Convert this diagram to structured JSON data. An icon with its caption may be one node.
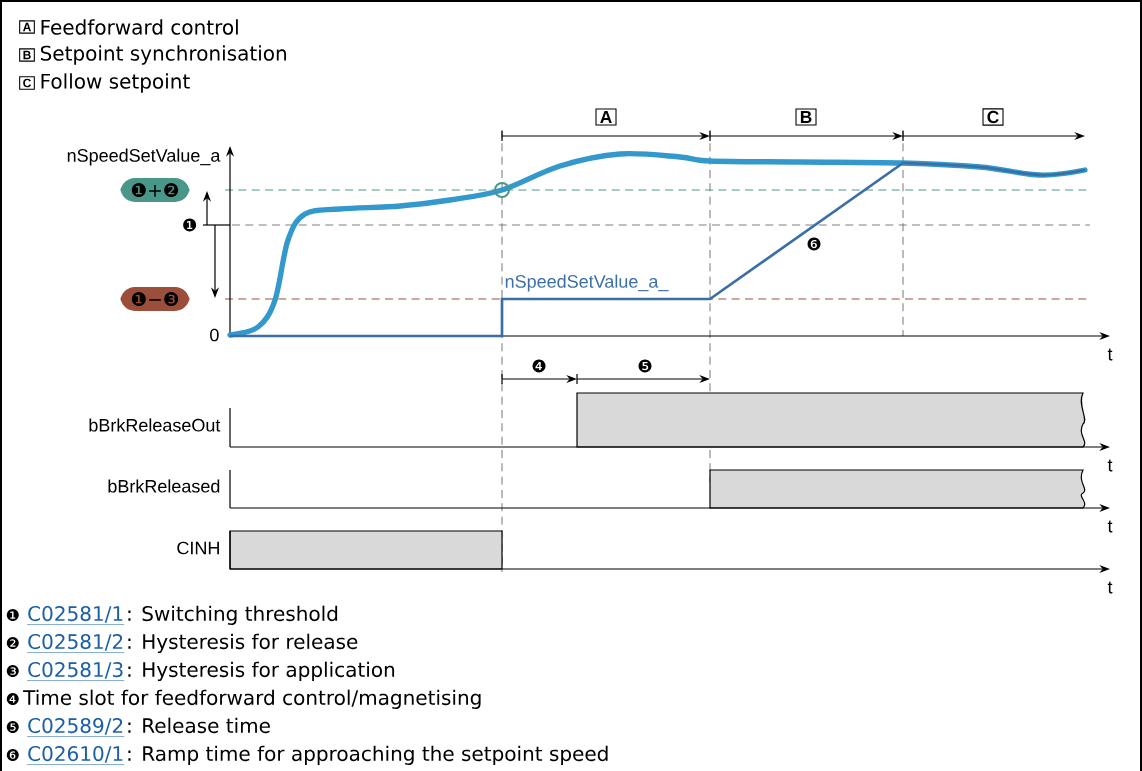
{
  "diagram": {
    "nodes": [
      {
        "text": [
          "❶+❷"
        ]
      },
      {
        "text": [
          "❶−❸"
        ]
      }
    ],
    "labels": [
      "A",
      "Feedforward control",
      "B",
      "Setpoint synchronisation",
      "C",
      "Follow setpoint",
      "A",
      "B",
      "C",
      "nSpeedSetValue_a",
      "❶",
      "0",
      "nSpeedSetValue_a_",
      "❻",
      "t",
      "❹",
      "❺",
      "bBrkReleaseOut",
      "t",
      "bBrkReleased",
      "t",
      "CINH",
      "t",
      "❶",
      "C02581/1",
      ": Switching threshold",
      "❷",
      "C02581/2",
      ": Hysteresis for release",
      "❸",
      "C02581/3",
      ": Hysteresis for application",
      "❹",
      "Time slot for feedforward control/magnetising",
      "❺",
      "C02589/2",
      ": Release time",
      "❻",
      "C02610/1",
      ": Ramp time for approaching the setpoint speed"
    ]
  }
}
